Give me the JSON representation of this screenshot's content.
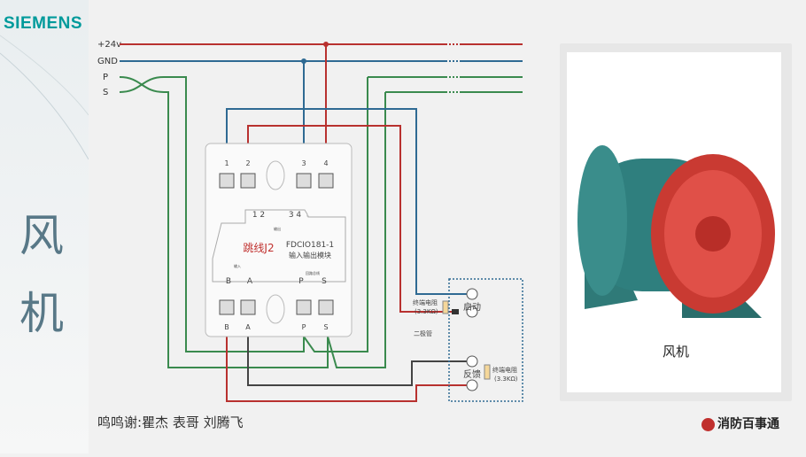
{
  "brand": {
    "logo": "SIEMENS",
    "footer_logo": "消防百事通"
  },
  "title_chars": [
    "风",
    "机"
  ],
  "credits": "鸣鸣谢:瞿杰  表哥  刘腾飞",
  "bus_lines": [
    "+24v",
    "GND",
    "P",
    "S"
  ],
  "module": {
    "top_terminals": [
      "1",
      "2",
      "3",
      "4"
    ],
    "bottom_terminals": [
      "B",
      "A",
      "P",
      "S"
    ],
    "inner_out": [
      "1 2",
      "3 4"
    ],
    "out_label": "输出",
    "in_label": "输入",
    "loop_label": "回路总线",
    "jumper": "跳线J2",
    "model": "FDCIO181-1",
    "name": "输入输出模块",
    "inner_bottom": [
      "B",
      "A",
      "P",
      "S"
    ]
  },
  "field": {
    "start": "启动",
    "feedback": "反馈",
    "resistor1": "终端电阻",
    "resistor1_val": "(3.3KΩ)",
    "resistor2": "终端电阻",
    "resistor2_val": "(3.3KΩ)",
    "diode": "二极管"
  },
  "photo": {
    "caption": "风机"
  },
  "colors": {
    "red": "#b8312f",
    "blue": "#2f6a93",
    "green": "#3a8a4e",
    "dark": "#444444",
    "teal": "#009a9b"
  }
}
